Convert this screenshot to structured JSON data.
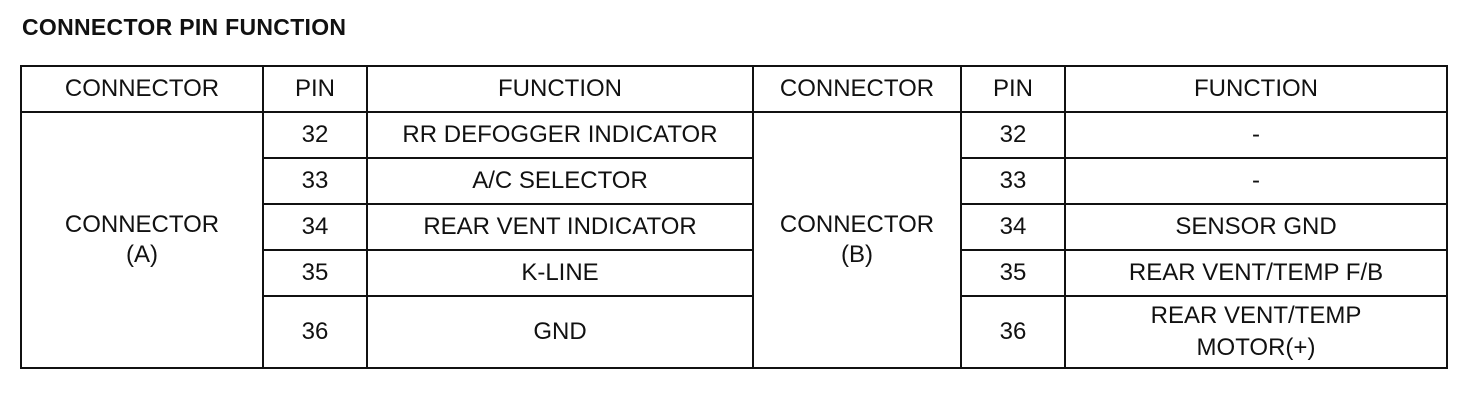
{
  "title": "CONNECTOR PIN FUNCTION",
  "table": {
    "headers": [
      "CONNECTOR",
      "PIN",
      "FUNCTION",
      "CONNECTOR",
      "PIN",
      "FUNCTION"
    ],
    "left": {
      "connector_line1": "CONNECTOR",
      "connector_line2": "(A)",
      "rows": [
        {
          "pin": "32",
          "function": "RR DEFOGGER INDICATOR"
        },
        {
          "pin": "33",
          "function": "A/C SELECTOR"
        },
        {
          "pin": "34",
          "function": "REAR VENT INDICATOR"
        },
        {
          "pin": "35",
          "function": "K-LINE"
        },
        {
          "pin": "36",
          "function": "GND"
        }
      ]
    },
    "right": {
      "connector_line1": "CONNECTOR",
      "connector_line2": "(B)",
      "rows": [
        {
          "pin": "32",
          "function": "-"
        },
        {
          "pin": "33",
          "function": "-"
        },
        {
          "pin": "34",
          "function": "SENSOR GND"
        },
        {
          "pin": "35",
          "function": "REAR VENT/TEMP F/B"
        },
        {
          "pin": "36",
          "function_line1": "REAR VENT/TEMP",
          "function_line2": "MOTOR(+)"
        }
      ]
    }
  }
}
